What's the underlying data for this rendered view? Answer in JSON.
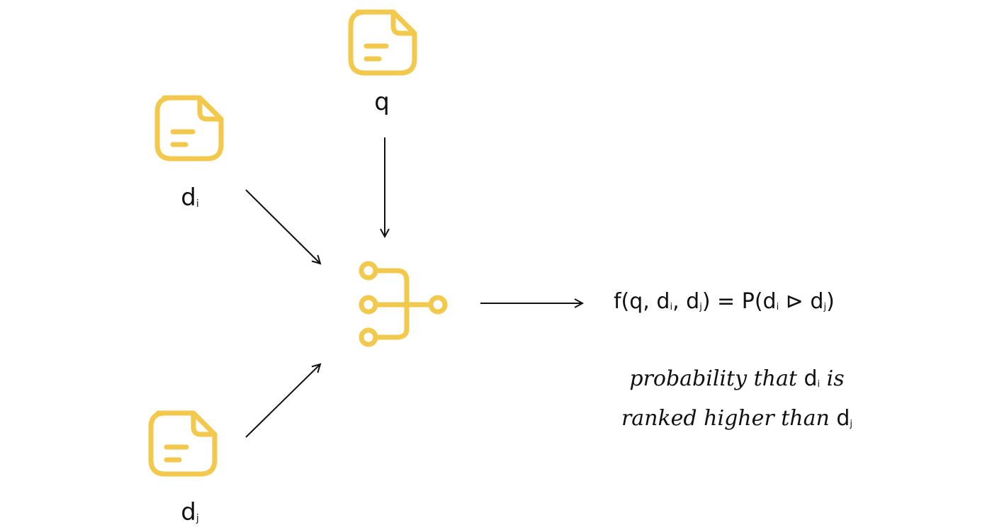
{
  "colors": {
    "icon": "#F2C94C",
    "line": "#111111",
    "background": "#FFFFFF"
  },
  "nodes": {
    "query": {
      "icon": "document-icon",
      "label": "q"
    },
    "doc_i": {
      "icon": "document-icon",
      "label_main": "d",
      "label_sub": "i"
    },
    "doc_j": {
      "icon": "document-icon",
      "label_main": "d",
      "label_sub": "j"
    },
    "model": {
      "icon": "merge-model-icon"
    }
  },
  "formula": {
    "f_open": "f(q, d",
    "sub_i": "i",
    "sep": ", d",
    "sub_j": "j",
    "mid": ") = P(d",
    "sub_i2": "i",
    "rel": " ⊳ d",
    "sub_j2": "j",
    "close": ")"
  },
  "caption": {
    "line1_pre": "probability that ",
    "var_d": "d",
    "sub_i": "i",
    "line1_post": " is",
    "line2_pre": "ranked higher than ",
    "var_d2": "d",
    "sub_j": "j"
  }
}
